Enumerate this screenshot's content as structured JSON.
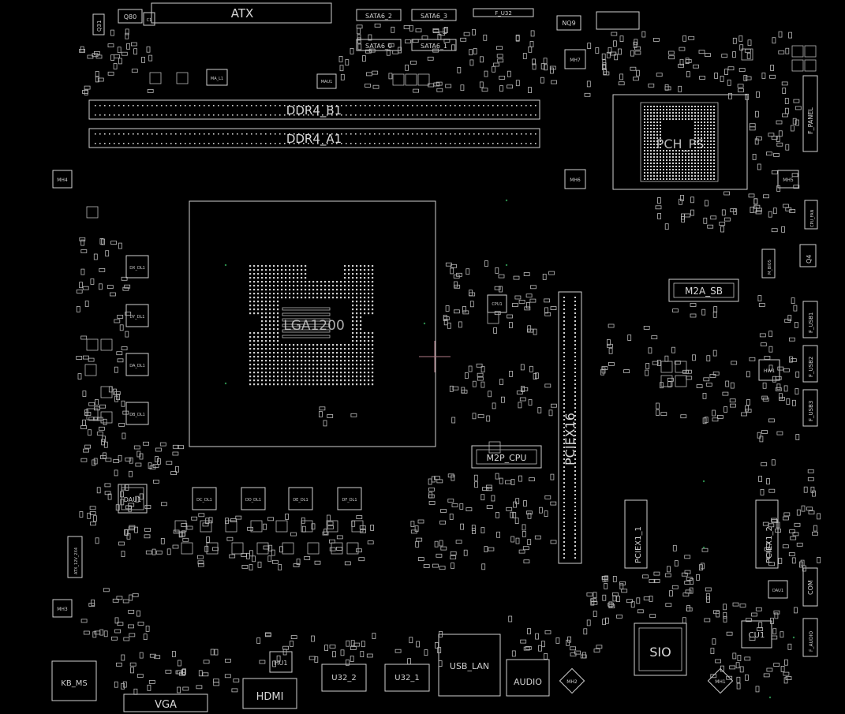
{
  "labels": {
    "atx": "ATX",
    "sata2": "SATA6_2",
    "sata3": "SATA6_3",
    "sata0": "SATA6_0",
    "sata1": "SATA6_1",
    "f_u32": "F_U32",
    "nq9": "NQ9",
    "ddr4_b1": "DDR4_B1",
    "ddr4_a1": "DDR4_A1",
    "pch": "PCH_PS",
    "lga": "LGA1200",
    "m2a_sb": "M2A_SB",
    "pciex16": "PCIEX16",
    "m2p_cpu": "M2P_CPU",
    "pciex1_1": "PCIEX1_1",
    "pciex1_2": "PCIEX1_2",
    "sio": "SIO",
    "cu1": "CU1",
    "hdmi": "HDMI",
    "hu1": "HU1",
    "vga": "VGA",
    "kb_ms": "KB_MS",
    "usb_lan": "USB_LAN",
    "audio": "AUDIO",
    "usb32_2": "U32_2",
    "usb32_1": "U32_1",
    "dau1": "DAU1",
    "q80": "Q80",
    "q31": "Q31",
    "q4": "Q4",
    "mh1": "MH1",
    "mh2": "MH2",
    "mh3": "MH3",
    "mh4": "MH4",
    "mh5": "MH5",
    "mh6": "MH6",
    "mh7": "MH7",
    "f_panel": "F_PANEL",
    "f_usb1": "F_USB1",
    "f_usb2": "F_USB2",
    "f_usb3": "F_USB3",
    "com": "COM",
    "f_audio": "F_AUDIO",
    "atx12v": "ATX_12V_2X4",
    "cpu_fan": "CPU_FAN",
    "m_bios": "M_BIOS",
    "hw1": "HW1",
    "dau1_small": "DAU1",
    "ma_l1": "MA_L1",
    "mau1": "MAU1",
    "cpu1_lbl": "CPU1",
    "dx_dl1": "DX_DL1",
    "dy_dl1": "DY_DL1",
    "da_dl1": "DA_DL1",
    "db_dl1": "DB_DL1",
    "dc_dl1": "DC_DL1",
    "dd_dl1": "DD_DL1",
    "de_dl1": "DE_DL1",
    "df_dl1": "DF_DL1",
    "c1": "C1"
  },
  "colors": {
    "background": "#000000",
    "outline": "#cfcfcf",
    "crosshair": "#b07a86",
    "via": "#2a8a4a"
  }
}
